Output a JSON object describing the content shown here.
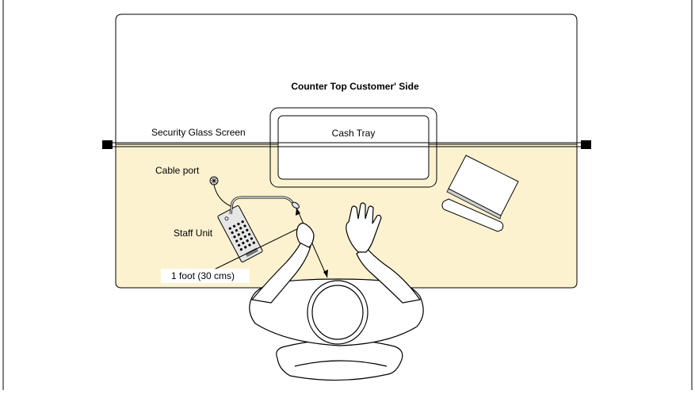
{
  "diagram": {
    "title": "Counter Top Customer' Side",
    "labels": {
      "security_glass": "Security Glass Screen",
      "cash_tray": "Cash Tray",
      "cable_port": "Cable port",
      "staff_unit": "Staff Unit",
      "distance": "1 foot (30 cms)"
    },
    "colors": {
      "staff_side_fill": "#fdf2d0",
      "stroke": "#000000",
      "glass_line": "#000000",
      "background": "#ffffff"
    }
  }
}
